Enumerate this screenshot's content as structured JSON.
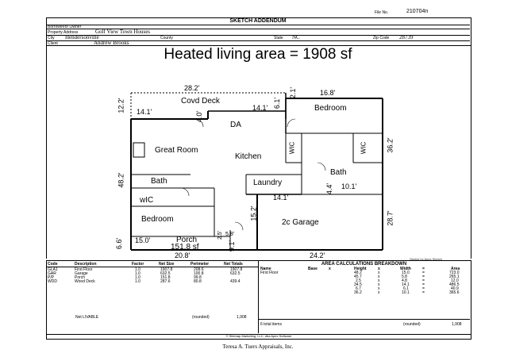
{
  "header": {
    "file_no_label": "File No.",
    "file_no": "210704n",
    "title": "SKETCH ADDENDUM",
    "borrower_label": "Borrower/or Owner",
    "property_label": "Property Address",
    "property": "Golf View Town Houses",
    "city_label": "City",
    "city": "Hendersonville",
    "county_label": "County",
    "state_label": "State",
    "state": "NC",
    "zip_label": "Zip Code",
    "zip": "28739",
    "client_label": "Client",
    "client": "Andrew Brooks"
  },
  "sketch": {
    "headline": "Heated living area = 1908 sf",
    "dims": {
      "top": "28.2'",
      "top_right": "16.8'",
      "left_top": "12.2'",
      "deck_left": "14.1'",
      "deck_right": "14.1'",
      "deck_v1": "4.0'",
      "deck_v2": "6.1'",
      "right_v1": "2.1'",
      "right_v2": "36.2'",
      "left_mid": "48.2'",
      "laundry_w": "14.1'",
      "right_w": "10.1'",
      "small_v": "4.4'",
      "garage_left": "15.2'",
      "garage_right": "28.7'",
      "porch_w": "15.0'",
      "porch_small": "5.8'",
      "porch_v1": "2.5'",
      "porch_v2": "9.1'",
      "left_bottom": "6.6'",
      "bottom_left": "20.8'",
      "bottom_right": "24.2'"
    },
    "rooms": {
      "covd_deck": "Covd Deck",
      "da": "DA",
      "bedroom1": "Bedroom",
      "great_room": "Great Room",
      "kitchen": "Kitchen",
      "wic1": "WIC",
      "wic2": "WIC",
      "bath1": "Bath",
      "bath2": "Bath",
      "laundry": "Laundry",
      "wic3": "wIC",
      "bedroom2": "Bedroom",
      "garage": "2c Garage",
      "porch": "Porch",
      "porch_area": "151.8 sf"
    },
    "credit": "Sketch by Apex Sketch"
  },
  "area_table": {
    "headers": [
      "Code",
      "Description",
      "Factor",
      "Net Size",
      "Perimeter",
      "Net Totals"
    ],
    "rows": [
      [
        "GLA1",
        "First Floor",
        "1.0",
        "1907.8",
        "208.6",
        "1907.8"
      ],
      [
        "GAR",
        "Garage",
        "1.0",
        "632.5",
        "100.8",
        "632.5"
      ],
      [
        "P/P",
        "Porch",
        "1.0",
        "151.8",
        "99.8",
        ""
      ],
      [
        "WDD",
        "Wood Deck",
        "1.0",
        "287.6",
        "80.8",
        "439.4"
      ]
    ],
    "net_livable_label": "Net LIVABLE",
    "rounded_label": "(rounded)",
    "net_livable_value": "1,908"
  },
  "breakdown": {
    "title": "AREA CALCULATIONS BREAKDOWN",
    "headers": [
      "Name",
      "Base",
      "x",
      "Height",
      "x",
      "Width",
      "=",
      "Area"
    ],
    "first_floor_label": "First Floor",
    "rows": [
      [
        "48.2",
        "x",
        "15.0",
        "=",
        "723.0"
      ],
      [
        "45.7",
        "x",
        "5.8",
        "=",
        "265.1"
      ],
      [
        "2.5",
        "x",
        "4.8",
        "=",
        "12.0"
      ],
      [
        "34.5",
        "x",
        "14.1",
        "=",
        "486.5"
      ],
      [
        "6.7",
        "x",
        "6.1",
        "=",
        "40.9"
      ],
      [
        "36.2",
        "x",
        "10.1",
        "=",
        "365.6"
      ]
    ],
    "total_items_label": "6 total items",
    "rounded_label": "(rounded)",
    "total_value": "1,908"
  },
  "footer": {
    "software": "© Sitemap Marketing, LLC, dba Apex Software",
    "company": "Teresa A. Tuers Appraisals, Inc."
  }
}
